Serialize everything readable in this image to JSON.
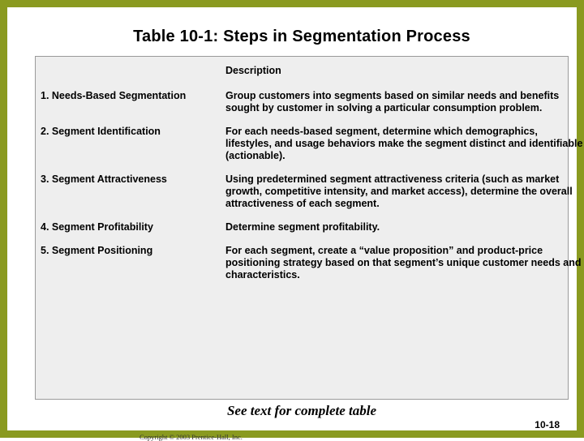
{
  "slide": {
    "title": "Table 10-1:  Steps in Segmentation Process",
    "caption": "See text for complete table",
    "page_number": "10-18",
    "copyright": "Copyright © 2003 Prentice-Hall, Inc.",
    "border_color": "#8a9a20",
    "table_background": "#eeeeee"
  },
  "table": {
    "headers": {
      "step": "",
      "description": "Description"
    },
    "rows": [
      {
        "step": "1. Needs-Based Segmentation",
        "description": "Group customers into segments based on similar needs and benefits sought by customer in solving a particular consumption problem."
      },
      {
        "step": "2. Segment Identification",
        "description": "For each needs-based segment, determine which demographics, lifestyles, and usage behaviors make the segment distinct and identifiable (actionable)."
      },
      {
        "step": "3. Segment Attractiveness",
        "description": "Using predetermined segment attractiveness criteria (such as market growth, competitive intensity, and market access), determine the overall attractiveness of each segment."
      },
      {
        "step": "4. Segment Profitability",
        "description": "Determine segment profitability."
      },
      {
        "step": "5. Segment Positioning",
        "description": "For each segment, create a “value proposition” and product-price positioning strategy based on that segment’s unique customer needs and characteristics."
      }
    ]
  }
}
